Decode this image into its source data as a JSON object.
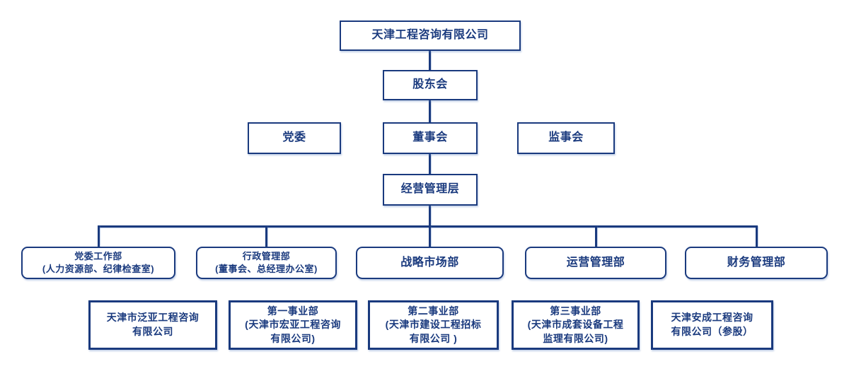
{
  "colors": {
    "line_navy": "#1a3a7e",
    "background": "#ffffff"
  },
  "org_chart": {
    "root": {
      "label": "天津工程咨询有限公司"
    },
    "nodes": {
      "shareholders": "股东会",
      "party_committee": "党委",
      "board": "董事会",
      "supervisory": "监事会",
      "management": "经营管理层"
    },
    "departments": [
      {
        "label": "党委工作部\n(人力资源部、纪律检查室)"
      },
      {
        "label": "行政管理部\n(董事会、总经理办公室)"
      },
      {
        "label": "战略市场部"
      },
      {
        "label": "运营管理部"
      },
      {
        "label": "财务管理部"
      }
    ],
    "subsidiaries": [
      {
        "label": "天津市泛亚工程咨询\n有限公司"
      },
      {
        "label": "第一事业部\n(天津市宏亚工程咨询\n有限公司)"
      },
      {
        "label": "第二事业部\n(天津市建设工程招标\n有限公司 )"
      },
      {
        "label": "第三事业部\n(天津市成套设备工程\n监理有限公司)"
      },
      {
        "label": "天津安成工程咨询\n有限公司（参股）"
      }
    ]
  }
}
